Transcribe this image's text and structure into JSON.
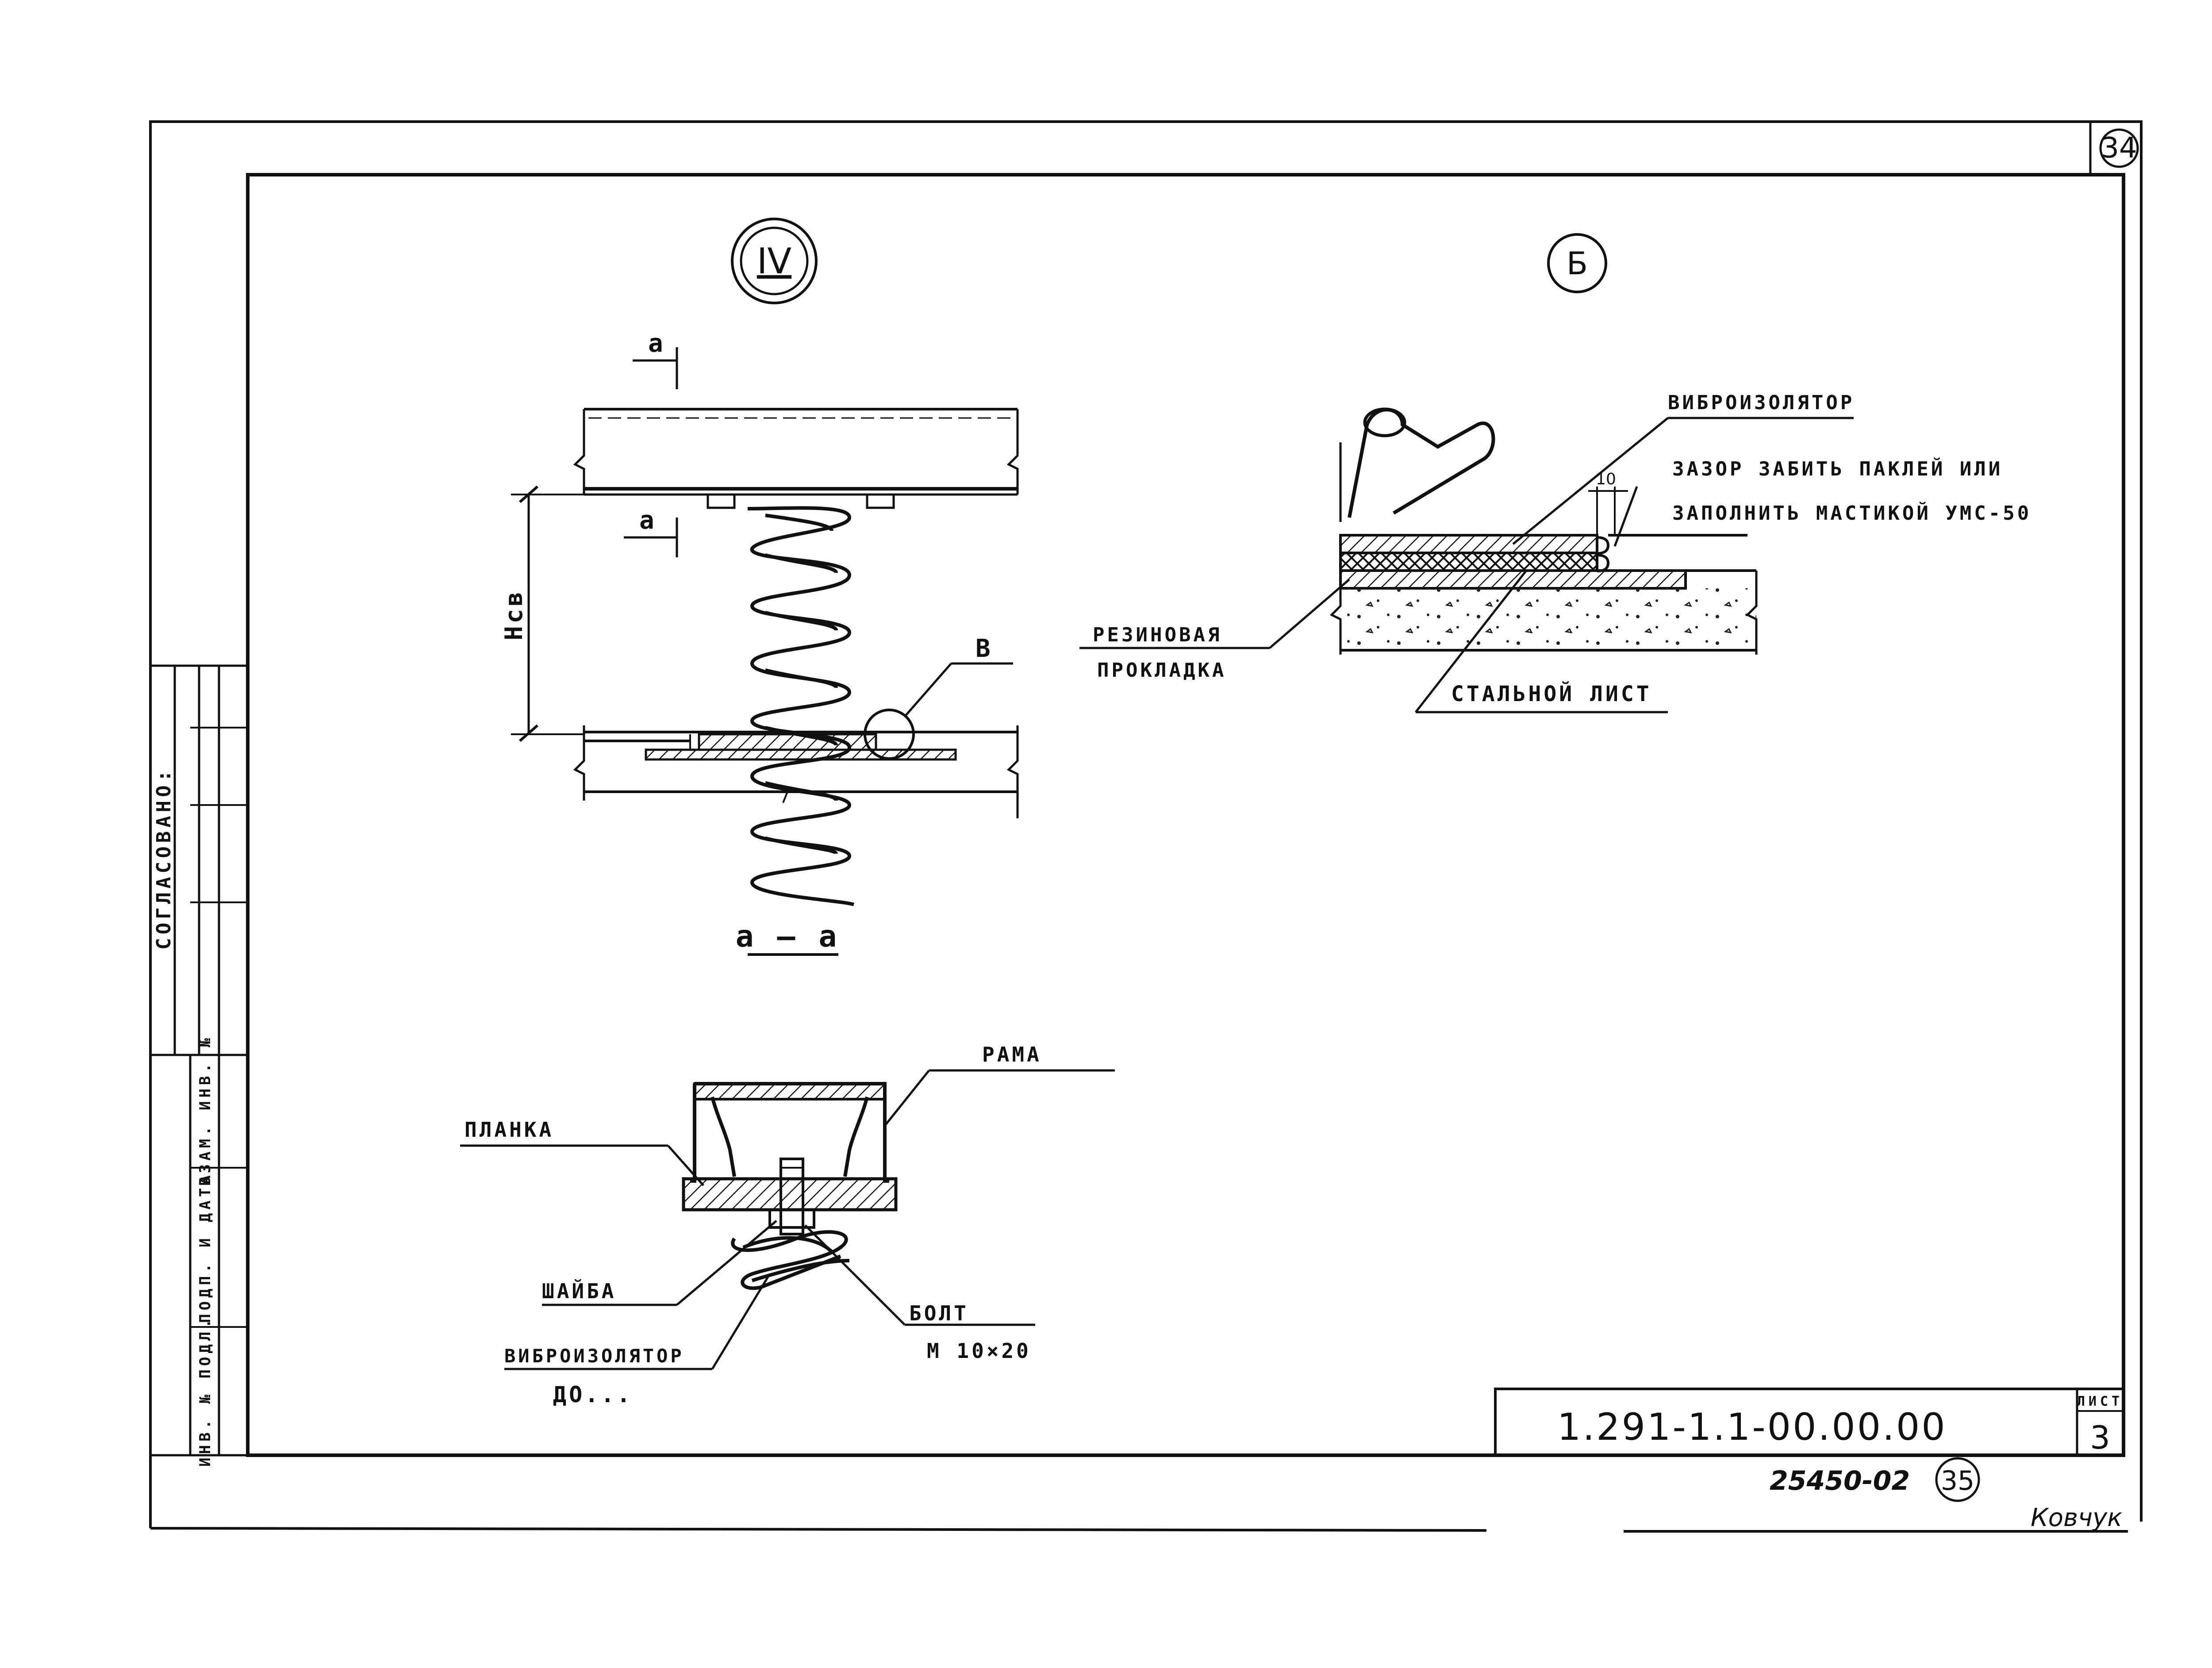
{
  "sheet": {
    "corner_number": "34",
    "designation": "1.291-1.1-00.00.00",
    "sheet_label": "ЛИСТ",
    "sheet_number": "3",
    "archive_number": "25450-02",
    "page_circle_number": "35",
    "signature": "Ковчук"
  },
  "side_stamp": {
    "agreed": "СОГЛАСОВАНО:",
    "inv_no_orig": "ИНВ. № ПОДЛ.",
    "sign_date": "ПОДП. И ДАТА",
    "replace_inv": "ВЗАМ. ИНВ. №"
  },
  "view_IV": {
    "marker": "IV",
    "section_mark_top": "а",
    "section_mark_mid": "а",
    "dimension_label": "Нсв",
    "callout": "В"
  },
  "view_B": {
    "marker": "Б",
    "label_isolator": "ВИБРОИЗОЛЯТОР",
    "label_gap_1": "ЗАЗОР ЗАБИТЬ ПАКЛЕЙ ИЛИ",
    "label_gap_2": "ЗАПОЛНИТЬ МАСТИКОЙ УМС-50",
    "dim_10": "10",
    "label_rubber_1": "РЕЗИНОВАЯ",
    "label_rubber_2": "ПРОКЛАДКА",
    "label_steel": "СТАЛЬНОЙ ЛИСТ"
  },
  "section_aa": {
    "title": "а – а",
    "label_frame": "РАМА",
    "label_plate": "ПЛАНКА",
    "label_washer": "ШАЙБА",
    "label_bolt": "БОЛТ",
    "label_bolt_size": "М 10×20",
    "label_isolator": "ВИБРОИЗОЛЯТОР",
    "label_isolator_type": "ДО..."
  }
}
